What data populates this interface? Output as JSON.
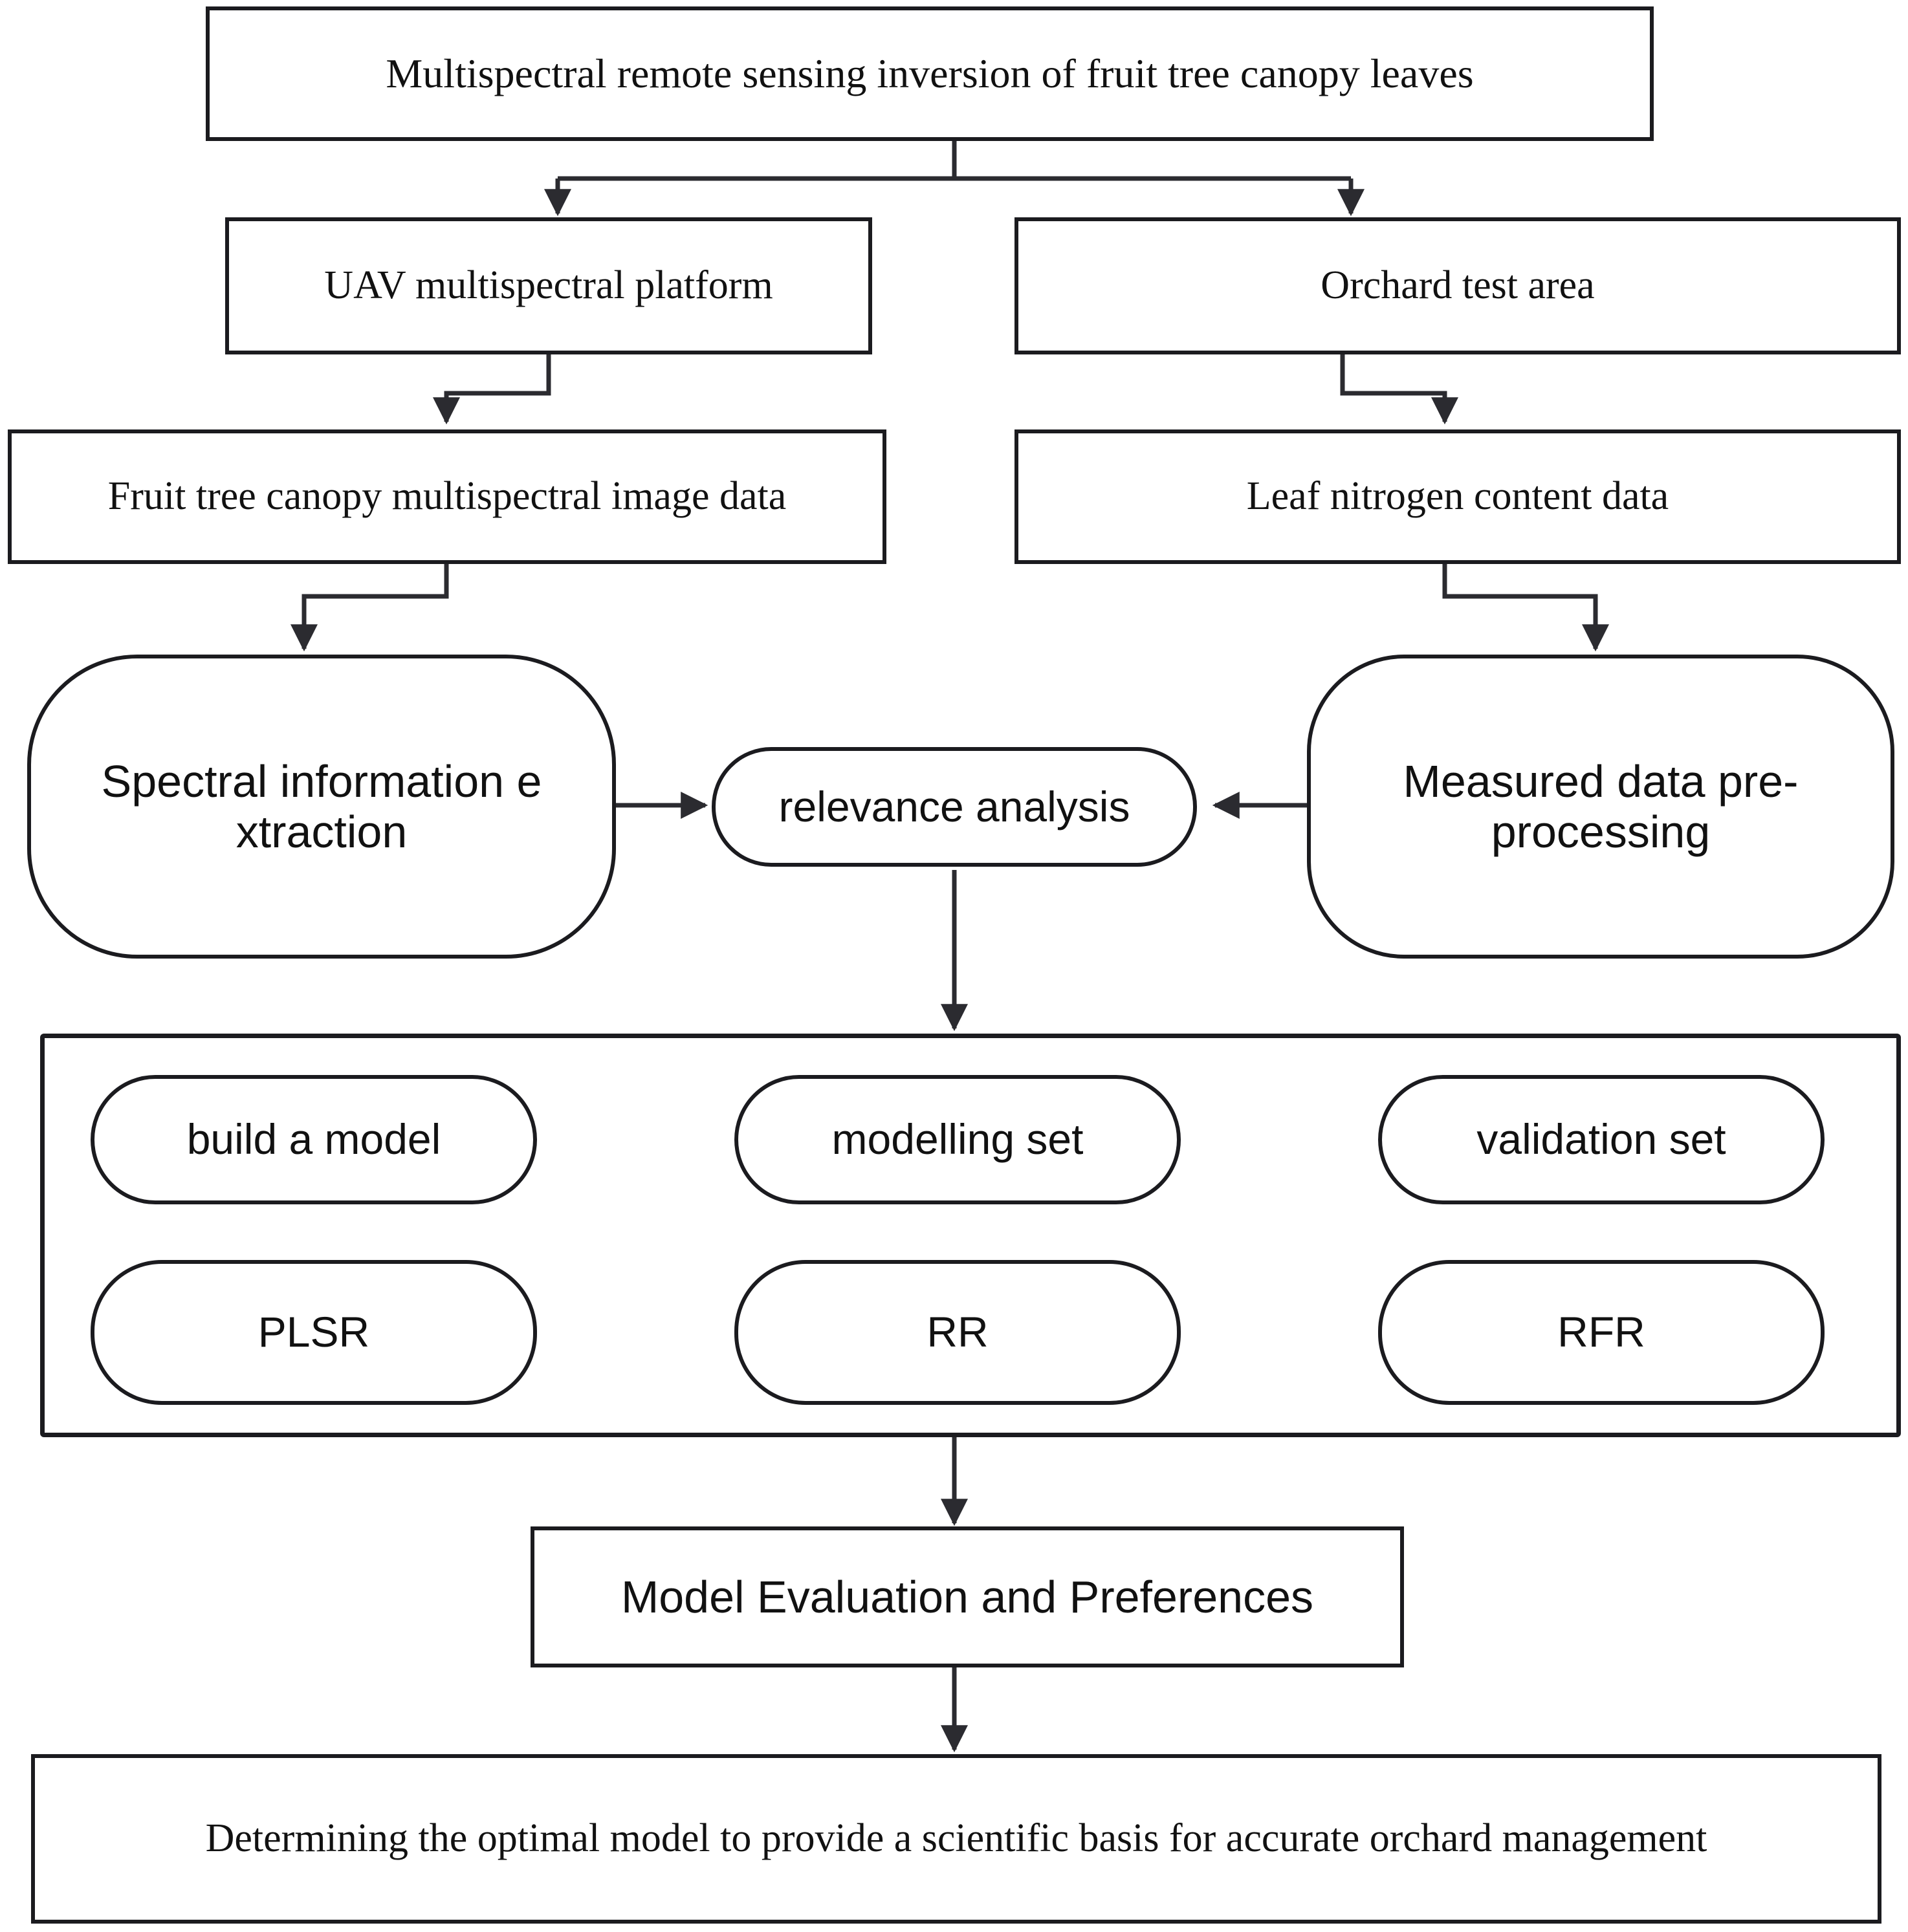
{
  "diagram": {
    "title": "Multispectral remote sensing inversion of fruit tree canopy leaves flowchart",
    "nodes": {
      "title_box": {
        "label": "Multispectral remote sensing inversion of fruit tree canopy leaves"
      },
      "uav_platform": {
        "label": "UAV multispectral platform"
      },
      "orchard_area": {
        "label": "Orchard test area"
      },
      "canopy_image_data": {
        "label": "Fruit tree canopy multispectral image data"
      },
      "leaf_nitrogen_data": {
        "label": "Leaf nitrogen content data"
      },
      "spectral_extraction": {
        "label": "Spectral information e\nxtraction"
      },
      "relevance_analysis": {
        "label": "relevance analysis"
      },
      "measured_preprocessing": {
        "label": "Measured data pre-\nprocessing"
      },
      "build_model": {
        "label": "build a model"
      },
      "modelling_set": {
        "label": "modelling set"
      },
      "validation_set": {
        "label": "validation set"
      },
      "plsr": {
        "label": "PLSR"
      },
      "rr": {
        "label": "RR"
      },
      "rfr": {
        "label": "RFR"
      },
      "model_evaluation": {
        "label": "Model Evaluation and Preferences"
      },
      "optimal_model": {
        "label": "Determining the optimal model to provide a scientific basis for accurate orchard management"
      }
    },
    "colors": {
      "stroke": "#1b1b1f",
      "background": "#ffffff",
      "text": "#111111"
    }
  }
}
